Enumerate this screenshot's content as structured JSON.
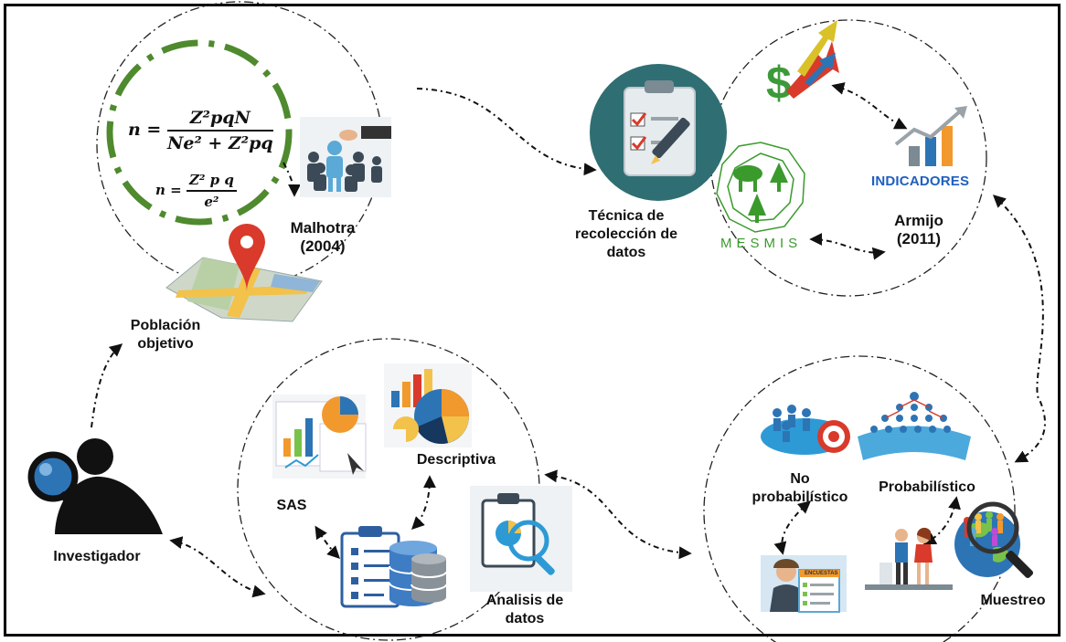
{
  "labels": {
    "malhotra": "Malhotra\n(2004)",
    "poblacion": "Población\nobjetivo",
    "investigador": "Investigador",
    "tecnica": "Técnica de\nrecolección de\ndatos",
    "armijo": "Armijo\n(2011)",
    "indicadores": "INDICADORES",
    "mesmis": "MESMIS",
    "sas": "SAS",
    "descriptiva": "Descriptiva",
    "analisis": "Analisis de\ndatos",
    "no_probabilistico": "No\nprobabilístico",
    "probabilistico": "Probabilístico",
    "muestreo": "Muestreo",
    "encuestas": "ENCUESTAS"
  },
  "formulas": {
    "f1_lhs": "n =",
    "f1_num": "Z²pqN",
    "f1_den": "Ne² + Z²pq",
    "f2_lhs": "n =",
    "f2_num": "Z² p q",
    "f2_den": "e²"
  },
  "icons": [
    "sample-size-people-icon",
    "map-pin-icon",
    "investigator-magnifier-icon",
    "clipboard-checklist-icon",
    "dollar-growth-icon",
    "indicators-chart-icon",
    "mesmis-logo",
    "dashboard-pie-icon",
    "pie-bar-chart-icon",
    "checklist-database-icon",
    "analysis-magnifier-icon",
    "target-people-icon",
    "people-pyramid-icon",
    "surveyor-icon",
    "interview-people-icon",
    "globe-magnifier-icon"
  ],
  "colors": {
    "green_ring": "#4f8a2e",
    "teal_circle": "#2f6f73",
    "indicator_blue": "#1f5fbf",
    "map_pin_red": "#d93a2b",
    "mesmis_green": "#3a9a2c"
  }
}
